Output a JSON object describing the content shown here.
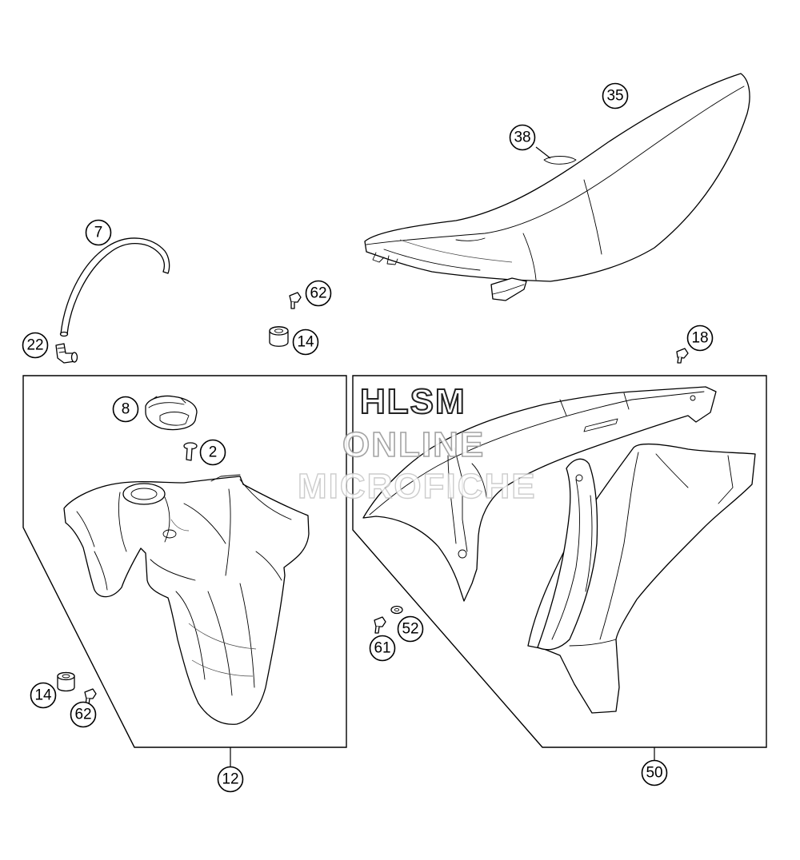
{
  "callouts": {
    "c35": "35",
    "c38": "38",
    "c7": "7",
    "c62a": "62",
    "c14a": "14",
    "c22": "22",
    "c18": "18",
    "c8": "8",
    "c2": "2",
    "c12": "12",
    "c14b": "14",
    "c62b": "62",
    "c61": "61",
    "c52": "52",
    "c50": "50"
  },
  "watermark": {
    "line1": "HLSM",
    "line2": "ONLINE",
    "line3": "MICROFICHE"
  }
}
